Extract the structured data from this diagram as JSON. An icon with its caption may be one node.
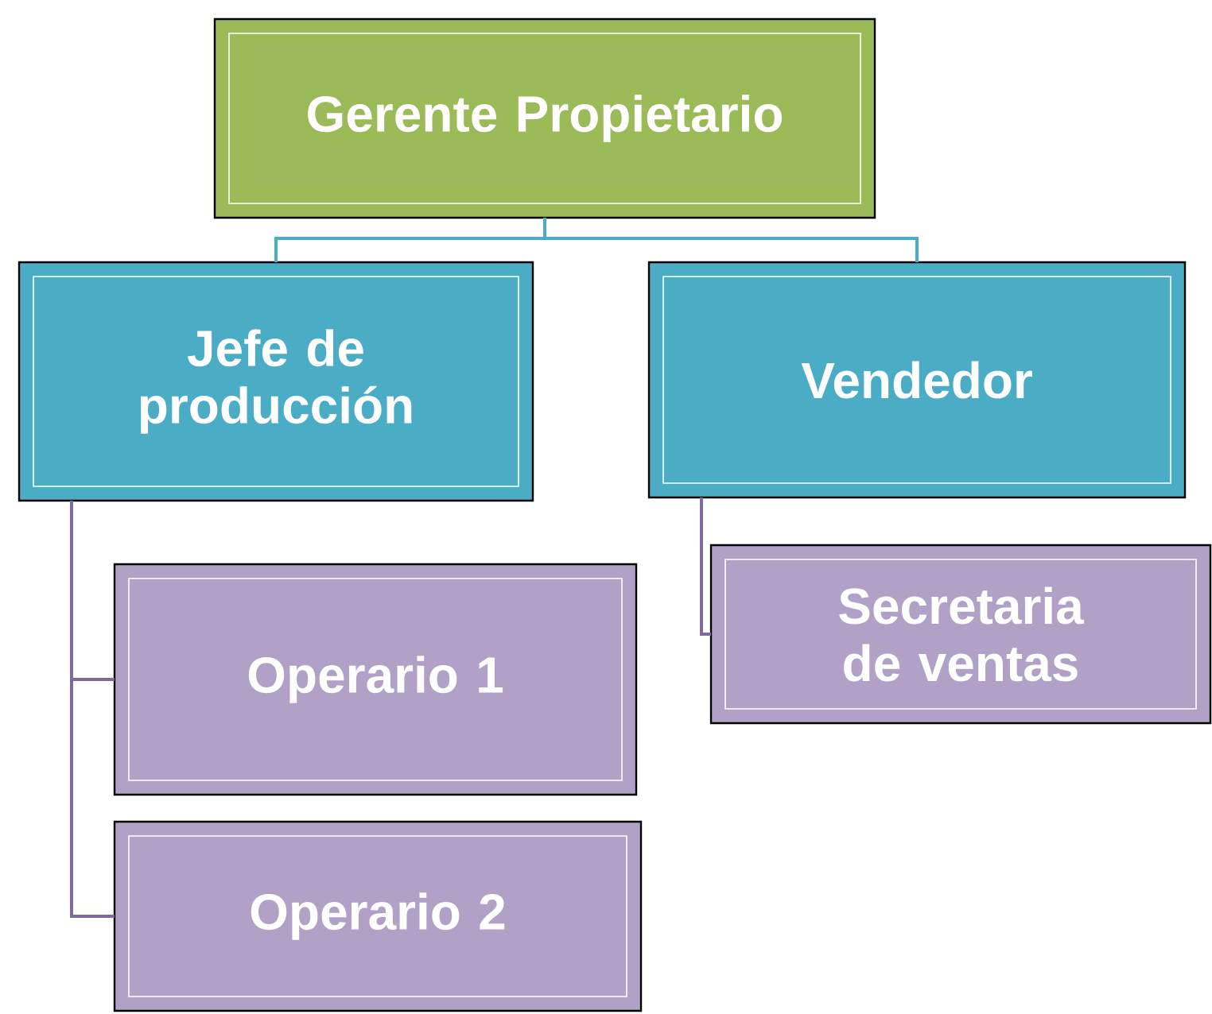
{
  "diagram": {
    "nodes": [
      {
        "text": [
          "Gerente Propietario"
        ]
      },
      {
        "text": [
          "Jefe de producción"
        ]
      },
      {
        "text": [
          "Vendedor"
        ]
      },
      {
        "text": [
          "Operario 1"
        ]
      },
      {
        "text": [
          "Operario 2"
        ]
      },
      {
        "text": [
          "Secretaria de ventas"
        ]
      }
    ],
    "edges": [
      {
        "from": 0,
        "to": 1,
        "arrow": "none",
        "color": "#4bacc6"
      },
      {
        "from": 0,
        "to": 2,
        "arrow": "none",
        "color": "#4bacc6"
      },
      {
        "from": 1,
        "to": 3,
        "arrow": "none"
      },
      {
        "from": 1,
        "to": 4,
        "arrow": "none"
      },
      {
        "from": 2,
        "to": 5,
        "arrow": "none"
      }
    ]
  }
}
